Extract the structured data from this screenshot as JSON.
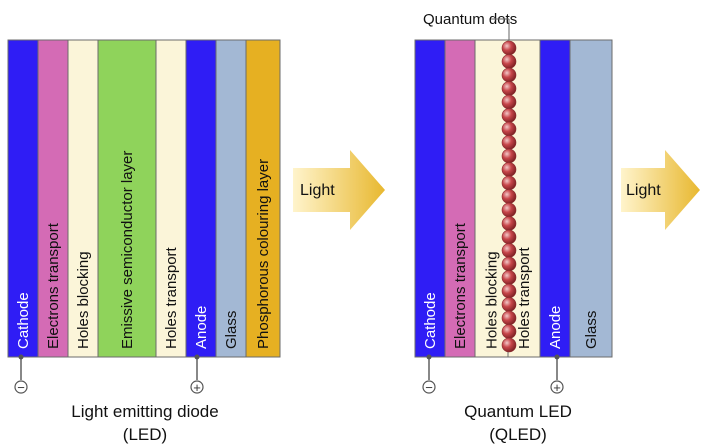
{
  "diagrams": [
    {
      "id": "led",
      "layers": [
        {
          "label": "Cathode",
          "color": "#2f1df5",
          "text_color": "#ffffff"
        },
        {
          "label": "Electrons transport",
          "color": "#d46bb5",
          "text_color": "#111111"
        },
        {
          "label": "Holes blocking",
          "color": "#fbf5d9",
          "text_color": "#111111"
        },
        {
          "label": "Emissive semiconductor layer",
          "color": "#8fd35b",
          "text_color": "#111111"
        },
        {
          "label": "Holes transport",
          "color": "#fbf5d9",
          "text_color": "#111111"
        },
        {
          "label": "Anode",
          "color": "#2f1df5",
          "text_color": "#ffffff"
        },
        {
          "label": "Glass",
          "color": "#a3b8d4",
          "text_color": "#111111"
        },
        {
          "label": "Phosphorous colouring layer",
          "color": "#e6b022",
          "text_color": "#111111"
        }
      ],
      "minus_symbol": "−",
      "plus_symbol": "+",
      "caption_line1": "Light emitting diode",
      "caption_line2": "(LED)",
      "arrow_label": "Light"
    },
    {
      "id": "qled",
      "layers": [
        {
          "label": "Cathode",
          "color": "#2f1df5",
          "text_color": "#ffffff"
        },
        {
          "label": "Electrons transport",
          "color": "#d46bb5",
          "text_color": "#111111"
        },
        {
          "label": "Holes blocking",
          "color": "#fbf5d9",
          "text_color": "#111111"
        },
        {
          "label": "Holes transport",
          "color": "#fbf5d9",
          "text_color": "#111111"
        },
        {
          "label": "Anode",
          "color": "#2f1df5",
          "text_color": "#ffffff"
        },
        {
          "label": "Glass",
          "color": "#a3b8d4",
          "text_color": "#111111"
        }
      ],
      "quantum_dots_label": "Quantum dots",
      "quantum_dot_color": "#c8464a",
      "minus_symbol": "−",
      "plus_symbol": "+",
      "caption_line1": "Quantum LED",
      "caption_line2": "(QLED)",
      "arrow_label": "Light"
    }
  ],
  "colors": {
    "arrow_light": "#fff4cc",
    "arrow_dark": "#e8b830",
    "terminal": "#555555"
  }
}
